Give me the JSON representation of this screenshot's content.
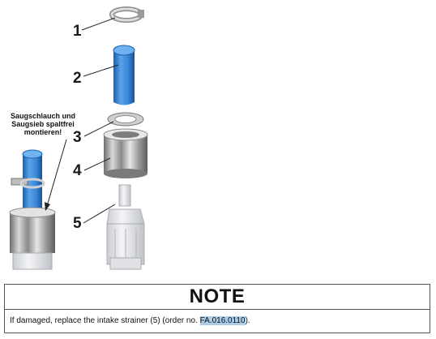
{
  "callouts": {
    "n1": "1",
    "n2": "2",
    "n3": "3",
    "n4": "4",
    "n5": "5"
  },
  "mount_note": {
    "line1": "Saugschlauch und",
    "line2": "Saugsieb spaltfrei",
    "line3": "montieren!"
  },
  "note": {
    "title": "NOTE",
    "text_before": "If damaged, replace the intake strainer (5) (order no. ",
    "order_no": "FA.016.0110",
    "text_after": ")."
  },
  "colors": {
    "hose_blue": "#3a86d6",
    "metal_grey": "#b9b9b9",
    "highlight": "#a9cdea"
  }
}
